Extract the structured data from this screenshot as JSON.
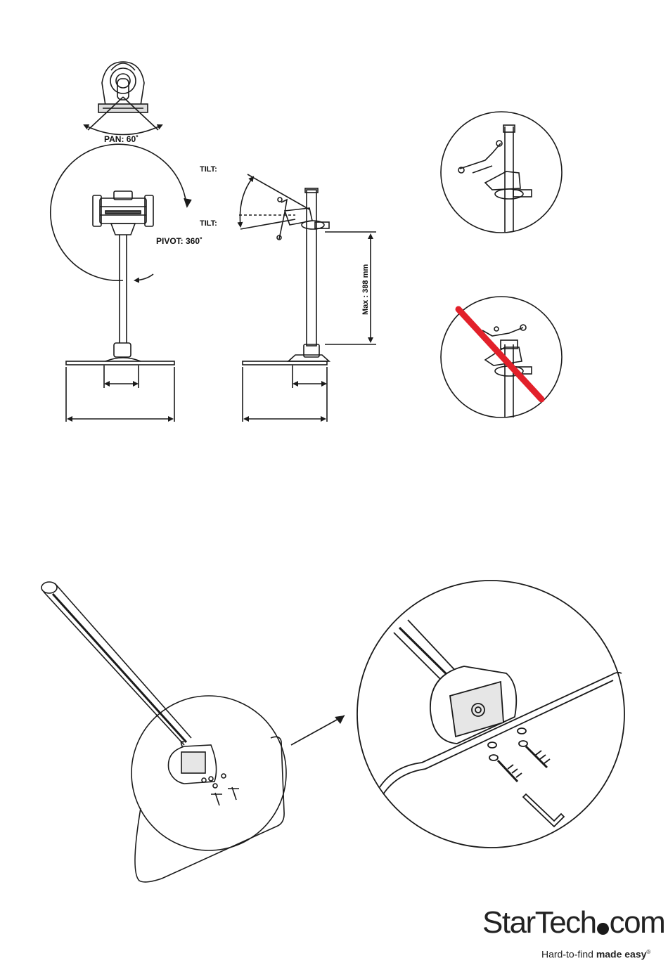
{
  "top_diagram": {
    "pan_label": "PAN: 60˚",
    "tilt_label_upper": "TILT:",
    "tilt_label_lower": "TILT:",
    "pivot_label": "PIVOT: 360˚",
    "max_height_label": "Max : 388 mm"
  },
  "logo": {
    "brand_left": "StarTech",
    "brand_right": "com",
    "tagline_light": "Hard-to-find ",
    "tagline_bold": "made easy",
    "tagline_mark": "®"
  },
  "colors": {
    "line": "#1a1a1a",
    "prohibition": "#e2202a",
    "background": "#ffffff"
  }
}
